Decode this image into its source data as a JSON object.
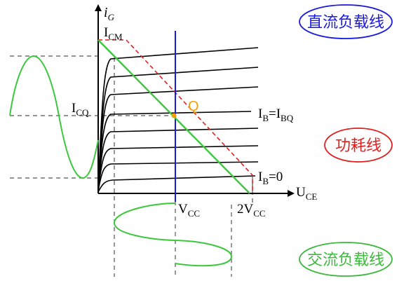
{
  "axes": {
    "y_main": "i",
    "y_sub": "G",
    "x_main": "U",
    "x_sub": "CE"
  },
  "labels": {
    "icm_main": "I",
    "icm_sub": "CM",
    "icq_main": "I",
    "icq_sub": "CQ",
    "q_point": "Q",
    "ib_bq_main": "I",
    "ib_bq_sub1": "B",
    "ib_bq_eq": "=I",
    "ib_bq_sub2": "BQ",
    "ib0_main": "I",
    "ib0_sub": "B",
    "ib0_eq": "=0",
    "vcc_main": "V",
    "vcc_sub": "CC",
    "two_vcc_main": "2V",
    "two_vcc_sub": "CC"
  },
  "legend": {
    "dc_load_line": {
      "text": "直流负载线",
      "color": "#1a1adc"
    },
    "power_line": {
      "text": "功耗线",
      "color": "#e02020"
    },
    "ac_load_line": {
      "text": "交流负载线",
      "color": "#3cb83c"
    }
  },
  "colors": {
    "dc": "#1a1adc",
    "ac": "#3cc83c",
    "power": "#e02020",
    "q": "#f0a000",
    "curve": "#000000",
    "dash": "#555555"
  }
}
